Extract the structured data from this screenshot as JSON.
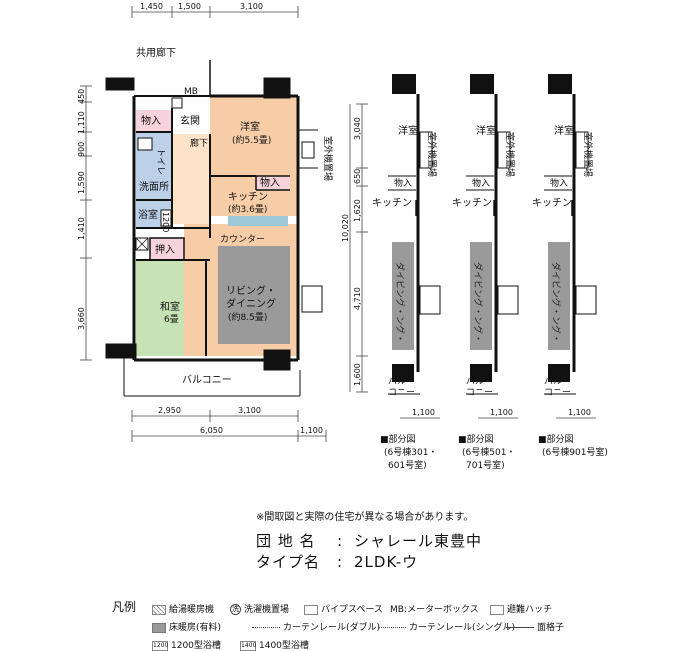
{
  "dimensions": {
    "top": [
      "1,450",
      "1,500",
      "3,100"
    ],
    "left": [
      "450",
      "1,110",
      "900",
      "1,590",
      "1,410",
      "3,660"
    ],
    "bottom_row1": [
      "2,950",
      "3,100"
    ],
    "bottom_row2": [
      "6,050",
      "1,100"
    ],
    "partial_left": [
      "3,040",
      "650",
      "1,620",
      "4,710",
      "1,600"
    ],
    "partial_total": "10,020",
    "partial_bottom": "1,100"
  },
  "labels": {
    "corridor": "共用廊下",
    "mb": "MB",
    "storage": "物入",
    "entrance": "玄関",
    "hallway": "廊下",
    "toilet": "トイレ",
    "western_room": "洋室",
    "western_size": "(約5.5畳)",
    "washroom": "洗面所",
    "kitchen": "キッチン",
    "kitchen_size": "(約3.6畳)",
    "bath": "浴室",
    "bath_size": "1200",
    "closet": "押入",
    "counter": "カウンター",
    "japanese_room": "和室",
    "japanese_size": "6畳",
    "living_dining": "リビング・",
    "living_dining2": "ダイニング",
    "living_size": "(約8.5畳)",
    "balcony": "バルコニー",
    "outdoor_unit": "室外機置場",
    "partial_western": "洋室",
    "partial_kitchen": "キッチン",
    "partial_storage": "物入",
    "partial_living": "ダイビング・ング・",
    "partial_balcony_1": "バル",
    "partial_balcony_2": "コニー"
  },
  "partials": [
    {
      "title": "■部分図",
      "line1": "(6号棟301・",
      "line2": "601号室)"
    },
    {
      "title": "■部分図",
      "line1": "(6号棟501・",
      "line2": "701号室)"
    },
    {
      "title": "■部分図",
      "line1": "(6号棟901号室)",
      "line2": ""
    }
  ],
  "info": {
    "note": "※間取図と実際の住宅が異なる場合があります。",
    "estate_label": "団 地 名",
    "separator": ":",
    "estate_name": "シャレール東豊中",
    "type_label": "タイプ名",
    "type_name": "2LDK-ウ"
  },
  "legend": {
    "title": "凡例",
    "water_heater": "給湯暖房機",
    "washer_icon": "洗",
    "washer": "洗濯機置場",
    "pipe_space": "パイプスペース",
    "meter_box": "MB:メーターボックス",
    "escape_hatch": "避難ハッチ",
    "floor_heating": "床暖房(有料)",
    "curtain_double": "カーテンレール(ダブル)",
    "curtain_single": "カーテンレール(シングル)",
    "lattice": "面格子",
    "bath1200_icon": "1200",
    "bath1200": "1200型浴槽",
    "bath1400_icon": "1400",
    "bath1400": "1400型浴槽"
  },
  "colors": {
    "western": "#f7cda8",
    "bath": "#bcd0e8",
    "japanese": "#c7e2b4",
    "floor_heating": "#9a9a9a",
    "storage": "#f6d2dc",
    "wall": "#111111"
  }
}
